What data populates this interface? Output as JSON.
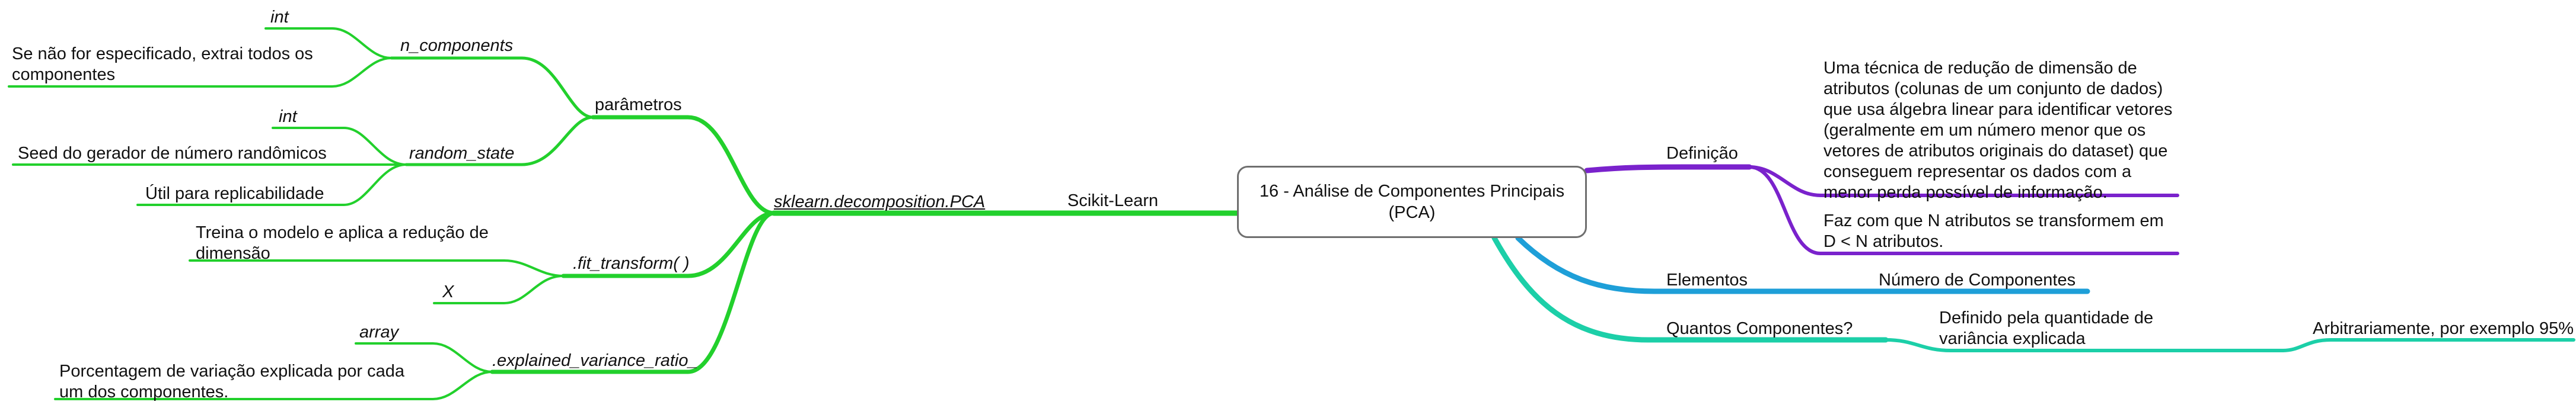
{
  "root": {
    "title": "16 - Análise de Componentes Principais (PCA)"
  },
  "colors": {
    "left_branch": "#22d02c",
    "definition": "#7a22cc",
    "elements": "#1e9fd8",
    "components": "#1ccfa8"
  },
  "left": {
    "scikit": "Scikit-Learn",
    "pca_class": "sklearn.decomposition.PCA",
    "params": {
      "label": "parâmetros",
      "n_components": {
        "label": "n_components",
        "type": "int",
        "desc": "Se não for especificado, extrai todos os componentes"
      },
      "random_state": {
        "label": "random_state",
        "type": "int",
        "desc1": "Seed do gerador de número randômicos",
        "desc2": "Útil para replicabilidade"
      }
    },
    "fit_transform": {
      "label": ".fit_transform( )",
      "desc": "Treina o modelo e aplica a redução de dimensão",
      "arg": "X"
    },
    "explained": {
      "label": ".explained_variance_ratio_",
      "type": "array",
      "desc": "Porcentagem de variação explicada por cada um dos componentes."
    }
  },
  "right": {
    "definition": {
      "label": "Definição",
      "text1": "Uma técnica de redução de dimensão de atributos (colunas de um conjunto de dados) que usa álgebra linear para identificar vetores (geralmente em um número menor que os vetores de atributos originais do dataset) que conseguem representar os dados com a menor perda possível de informação.",
      "text2": "Faz com que N atributos se transformem em D < N atributos."
    },
    "elements": {
      "label": "Elementos",
      "value": "Número de Componentes"
    },
    "how_many": {
      "label": "Quantos Componentes?",
      "value": "Definido pela quantidade de variância explicada",
      "example": "Arbitrariamente, por exemplo 95%"
    }
  }
}
